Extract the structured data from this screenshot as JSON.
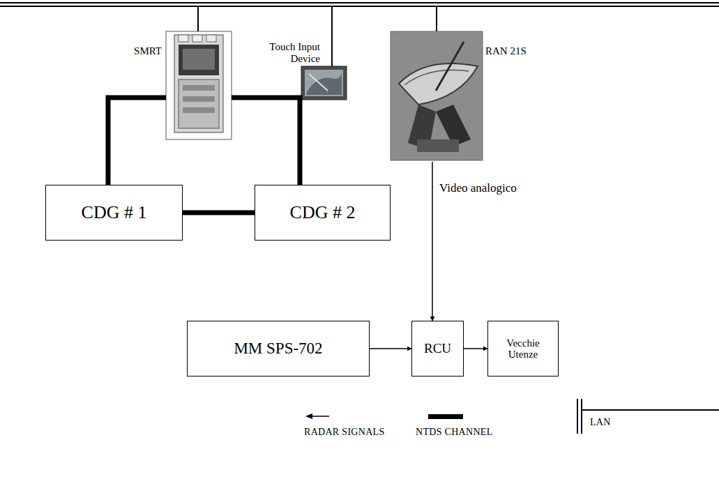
{
  "diagram": {
    "nodes": [
      {
        "text": [
          "SMRT"
        ]
      },
      {
        "text": [
          "Touch Input Device"
        ]
      },
      {
        "text": [
          "RAN 21S"
        ]
      },
      {
        "text": [
          "CDG # 1"
        ]
      },
      {
        "text": [
          "CDG # 2"
        ]
      },
      {
        "text": [
          "MM SPS-702"
        ]
      },
      {
        "text": [
          "RCU"
        ]
      },
      {
        "text": [
          "Vecchie Utenze"
        ]
      }
    ],
    "edges": [
      {
        "from": 0,
        "to": 3,
        "arrow": "none"
      },
      {
        "from": 0,
        "to": 4,
        "arrow": "none"
      },
      {
        "from": 3,
        "to": 4,
        "arrow": "none"
      },
      {
        "from": 2,
        "to": 6,
        "label": "Video analogico",
        "arrow": "to"
      },
      {
        "from": 5,
        "to": 6,
        "arrow": "to"
      },
      {
        "from": 6,
        "to": 7,
        "arrow": "to"
      }
    ],
    "legend": [
      {
        "text": "RADAR SIGNALS"
      },
      {
        "text": "NTDS CHANNEL"
      },
      {
        "text": "LAN"
      }
    ]
  }
}
